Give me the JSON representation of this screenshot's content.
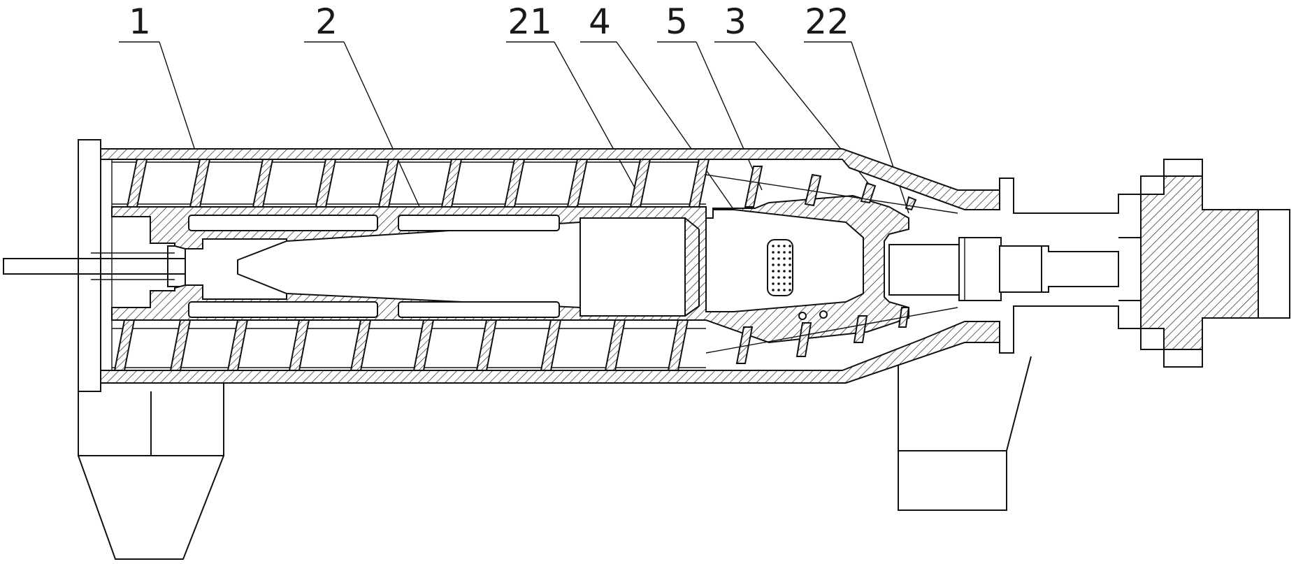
{
  "diagram": {
    "labels": [
      {
        "id": "label-1",
        "text": "1"
      },
      {
        "id": "label-2",
        "text": "2"
      },
      {
        "id": "label-21",
        "text": "21"
      },
      {
        "id": "label-4",
        "text": "4"
      },
      {
        "id": "label-5",
        "text": "5"
      },
      {
        "id": "label-3",
        "text": "3"
      },
      {
        "id": "label-22",
        "text": "22"
      }
    ]
  }
}
